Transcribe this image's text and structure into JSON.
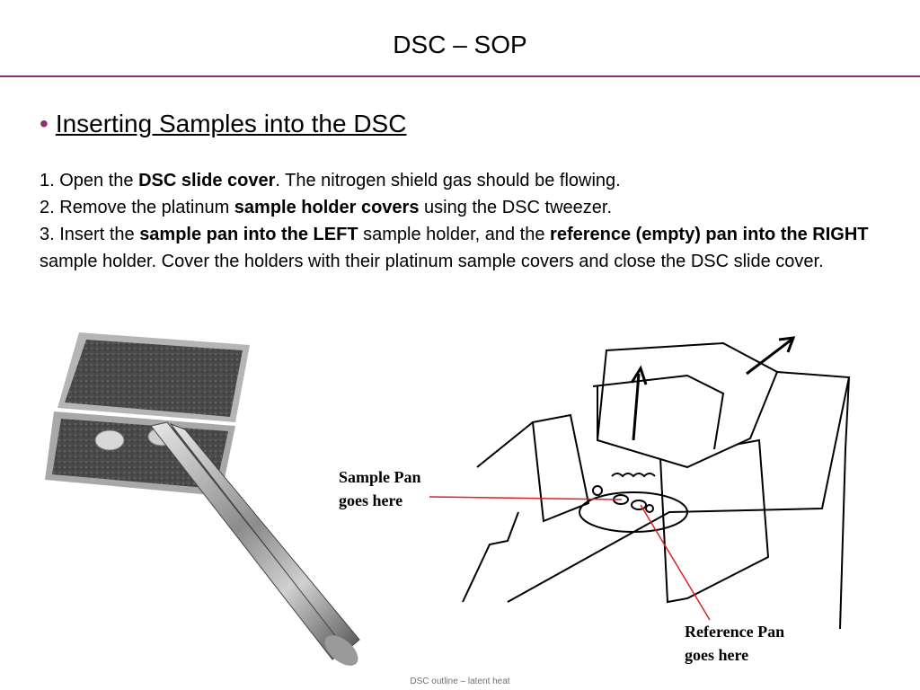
{
  "slide": {
    "title": "DSC – SOP",
    "bullet_glyph": "•",
    "heading": "Inserting Samples into the DSC",
    "steps": [
      {
        "number": "1.",
        "parts": [
          "Open the ",
          "DSC slide cover",
          ". The nitrogen shield gas should be flowing."
        ]
      },
      {
        "number": "2.",
        "parts": [
          "Remove the platinum ",
          "sample holder covers",
          " using the DSC tweezer."
        ]
      },
      {
        "number": "3.",
        "parts": [
          "Insert the ",
          "sample pan into the LEFT",
          " sample holder, and the ",
          "reference (empty) pan into the RIGHT",
          " sample holder. Cover the holders with their platinum sample covers and close the DSC slide cover."
        ]
      }
    ],
    "callouts": {
      "sample_line1": "Sample Pan",
      "sample_line2": "goes here",
      "reference_line1": "Reference Pan",
      "reference_line2": "goes here"
    },
    "footer": "DSC outline – latent heat"
  },
  "colors": {
    "accent": "#8a2f6b",
    "leader": "#e02020"
  },
  "icons": {
    "photo": "tweezers-and-pan-box-photo",
    "drawing": "dsc-cell-drawing"
  }
}
